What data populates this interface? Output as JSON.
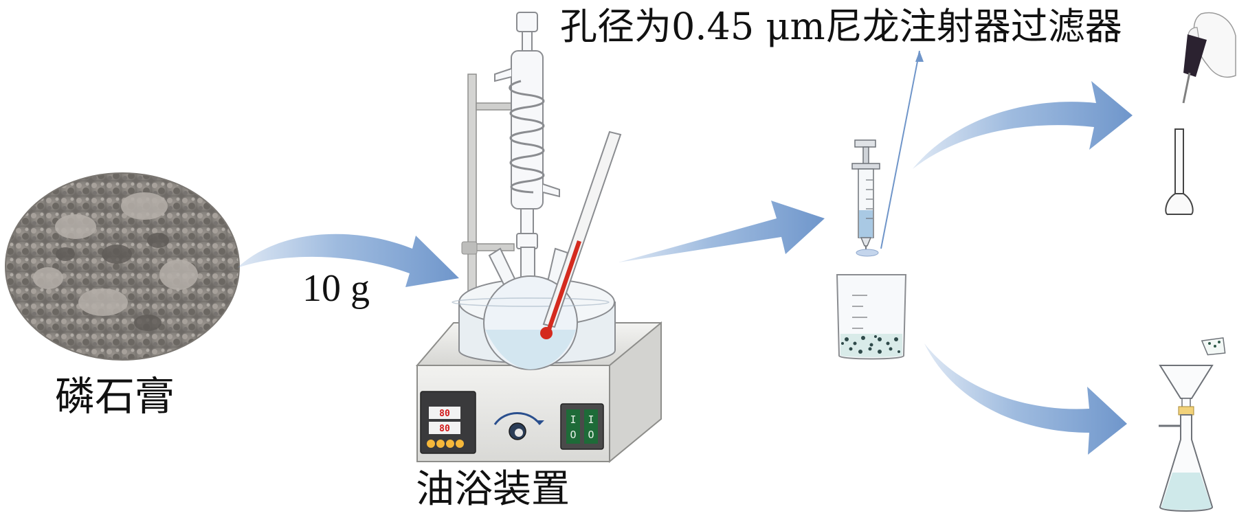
{
  "labels": {
    "sample": "磷石膏",
    "mass": "10 g",
    "apparatus": "油浴装置",
    "filter": "孔径为0.45 μm尼龙注射器过滤器"
  },
  "instrument": {
    "display_top": "80",
    "display_bottom": "80",
    "switch_on": "I",
    "switch_off": "O"
  },
  "colors": {
    "arrow": "#7ea4d4",
    "sample": "#8a8580",
    "liquid": "#cfe4ee",
    "thermometer": "#d42a1e",
    "pointer_line": "#6f95c9"
  }
}
